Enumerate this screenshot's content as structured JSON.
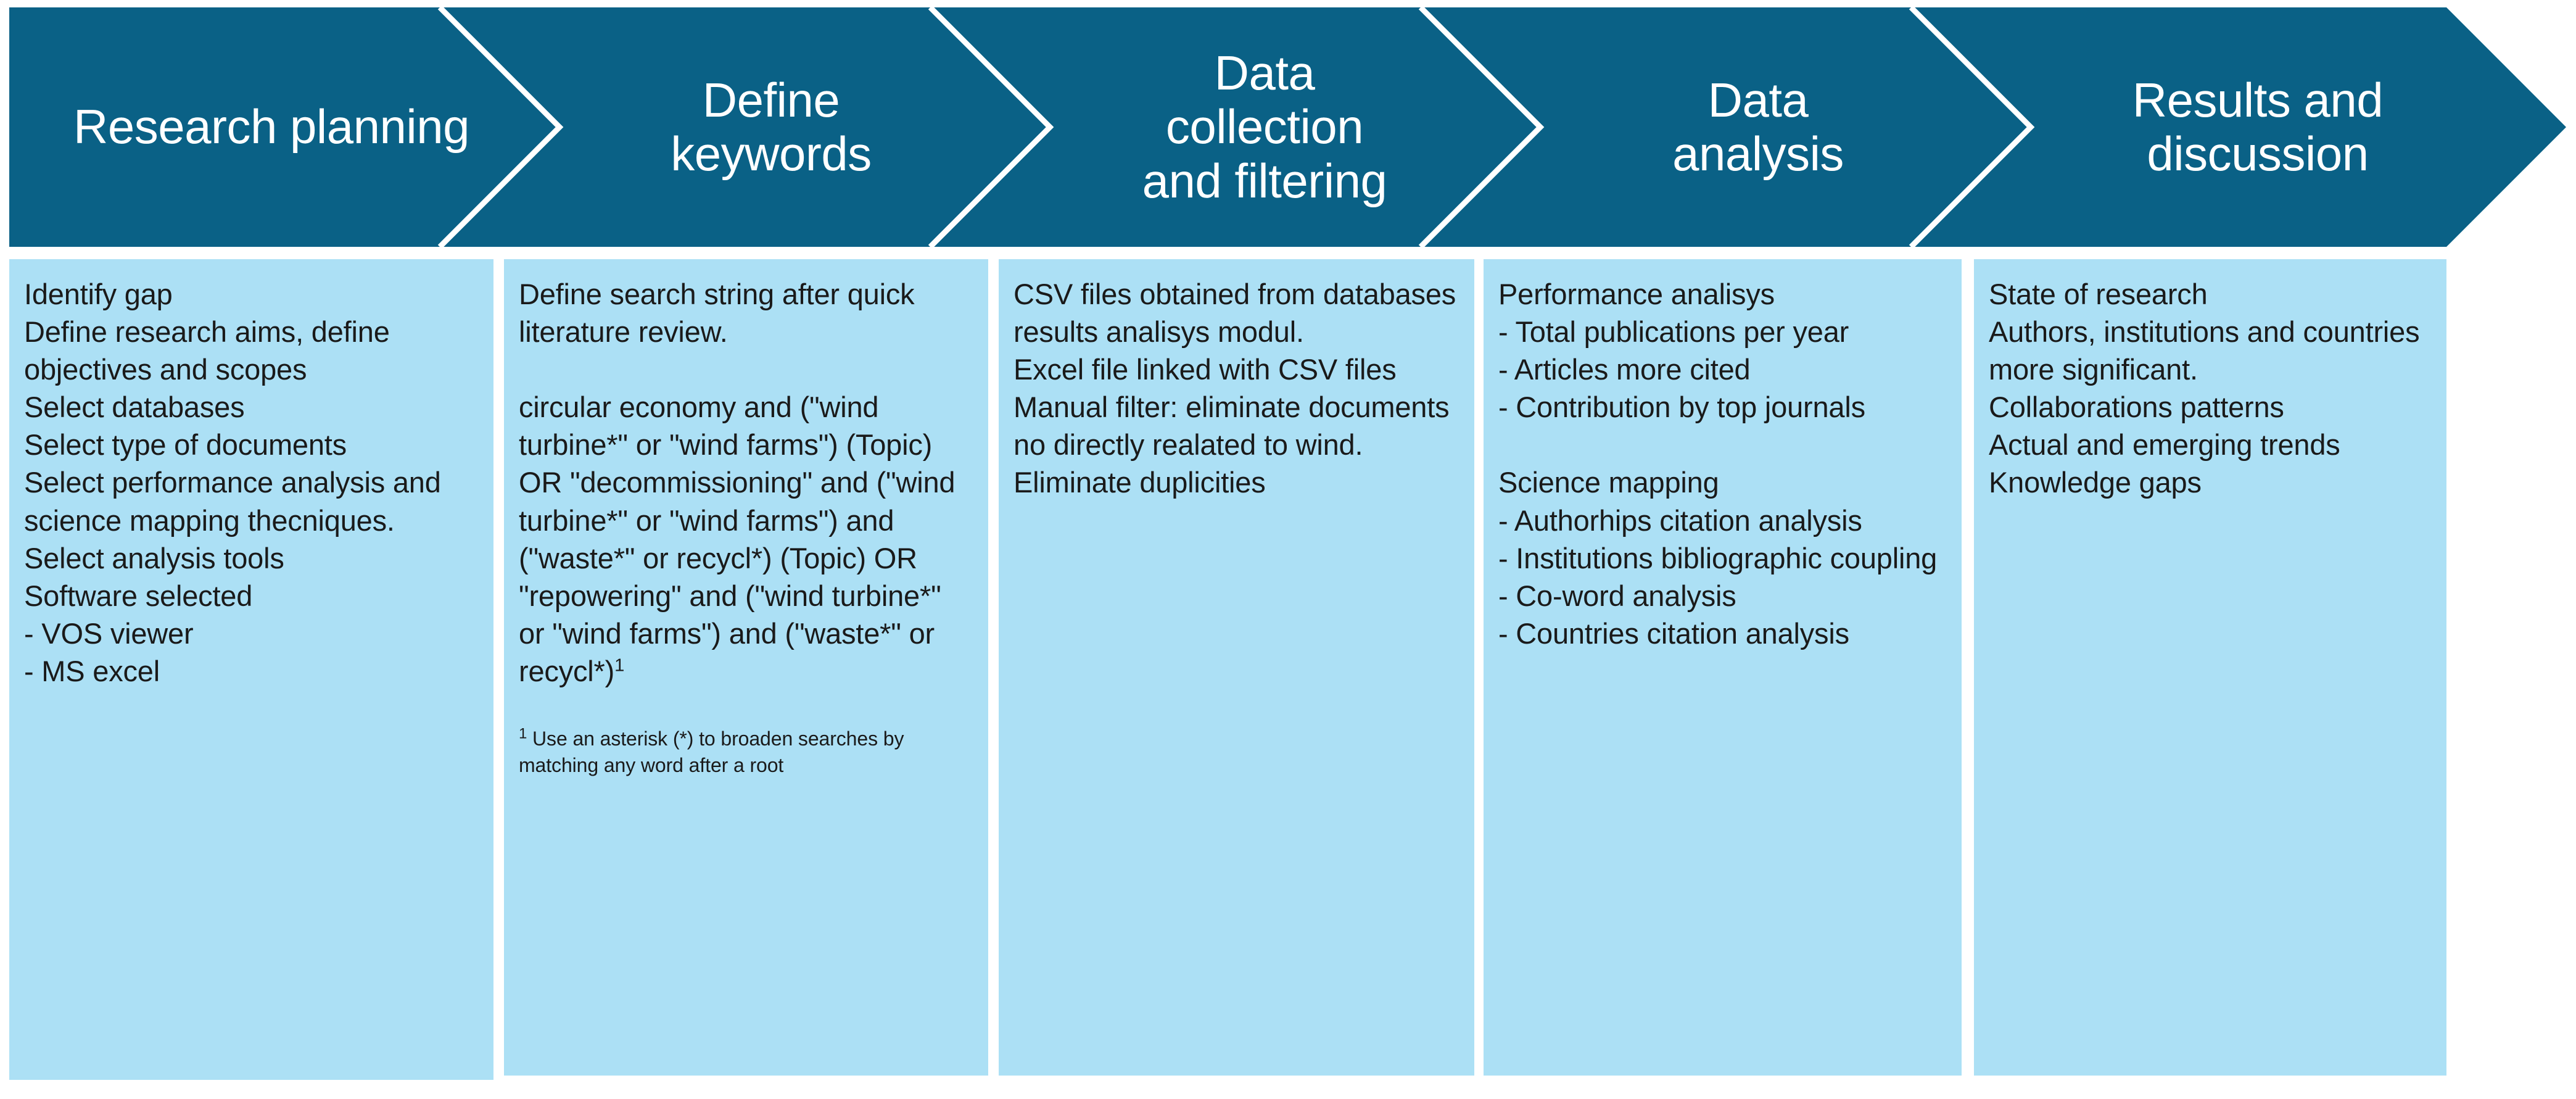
{
  "colors": {
    "header_fill": "#0a6186",
    "header_text": "#ffffff",
    "body_fill": "#ace0f5",
    "body_text": "#1a1a1a",
    "page_background": "#ffffff",
    "chevron_divider": "#ffffff"
  },
  "stages": [
    {
      "id": "research-planning",
      "title": "Research planning",
      "body": "Identify gap\nDefine research aims, define objectives and scopes\nSelect databases\nSelect type of documents\nSelect performance analysis and science mapping thecniques.\nSelect analysis tools\nSoftware selected\n- VOS viewer\n- MS excel",
      "footnote": null
    },
    {
      "id": "define-keywords",
      "title": "Define\nkeywords",
      "body": "Define search string after quick literature review.\n\ncircular economy and (\"wind turbine*\" or \"wind farms\") (Topic) OR \"decommissioning\" and (\"wind turbine*\" or \"wind farms\") and (\"waste*\" or recycl*) (Topic) OR \"repowering\" and (\"wind turbine*\" or \"wind farms\") and (\"waste*\" or recycl*)",
      "body_superscript": "1",
      "footnote": {
        "marker": "1",
        "text": "Use an asterisk (*) to broaden searches by matching any word after a root"
      }
    },
    {
      "id": "data-collection-and-filtering",
      "title": "Data\ncollection\nand filtering",
      "body": "CSV files obtained from databases results analisys modul.\nExcel file linked with CSV files\nManual filter: eliminate documents no directly realated to wind. Eliminate duplicities",
      "footnote": null
    },
    {
      "id": "data-analysis",
      "title": "Data\nanalysis",
      "body": "Performance analisys\n- Total publications per year\n- Articles more cited\n- Contribution by top journals\n\nScience mapping\n- Authorhips citation analysis\n- Institutions bibliographic coupling\n- Co-word analysis\n- Countries citation analysis",
      "footnote": null
    },
    {
      "id": "results-and-discussion",
      "title": "Results and\ndiscussion",
      "body": "State of research\nAuthors, institutions and countries more significant.\nCollaborations patterns\nActual and emerging trends\nKnowledge gaps",
      "footnote": null
    }
  ]
}
